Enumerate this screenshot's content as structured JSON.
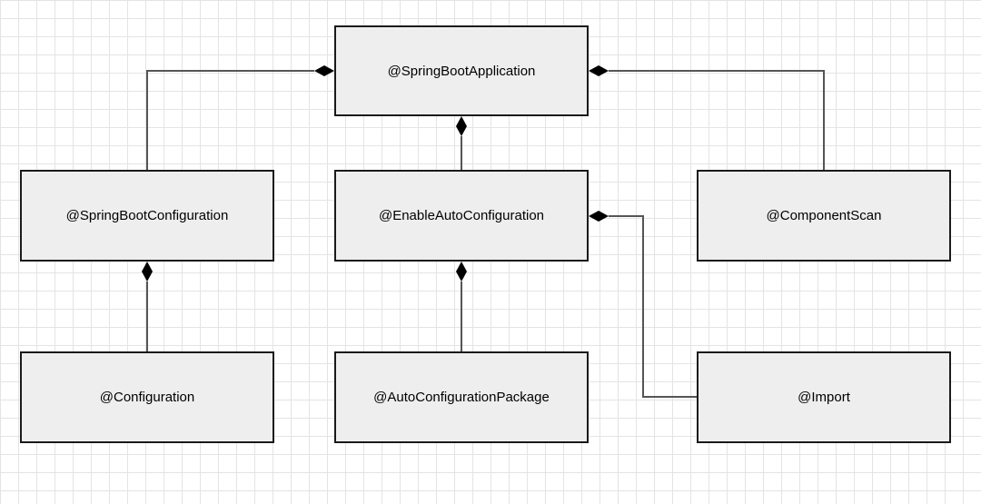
{
  "diagram": {
    "nodes": [
      {
        "id": "spring-boot-application",
        "label": "@SpringBootApplication"
      },
      {
        "id": "spring-boot-configuration",
        "label": "@SpringBootConfiguration"
      },
      {
        "id": "enable-auto-configuration",
        "label": "@EnableAutoConfiguration"
      },
      {
        "id": "component-scan",
        "label": "@ComponentScan"
      },
      {
        "id": "configuration",
        "label": "@Configuration"
      },
      {
        "id": "auto-configuration-package",
        "label": "@AutoConfigurationPackage"
      },
      {
        "id": "import",
        "label": "@Import"
      }
    ],
    "edges": [
      {
        "whole": "spring-boot-application",
        "part": "spring-boot-configuration",
        "type": "composition"
      },
      {
        "whole": "spring-boot-application",
        "part": "enable-auto-configuration",
        "type": "composition"
      },
      {
        "whole": "spring-boot-application",
        "part": "component-scan",
        "type": "composition"
      },
      {
        "whole": "spring-boot-configuration",
        "part": "configuration",
        "type": "composition"
      },
      {
        "whole": "enable-auto-configuration",
        "part": "auto-configuration-package",
        "type": "composition"
      },
      {
        "whole": "enable-auto-configuration",
        "part": "import",
        "type": "composition"
      }
    ],
    "colors": {
      "node_fill": "#eeeeee",
      "node_border": "#1a1a1a",
      "edge": "#555555",
      "diamond": "#000000",
      "grid": "#e4e4e4"
    }
  }
}
